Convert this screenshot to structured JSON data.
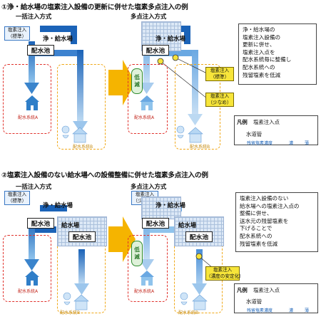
{
  "section1": {
    "title": "①浄・給水場の塩素注入設備の更新に併せた塩素多点注入の例",
    "left_heading": "一括注入方式",
    "right_heading": "多点注入方式",
    "chlorine_std": [
      "塩素注入",
      "（標準）"
    ],
    "plant": "浄・給水場",
    "reservoir": "配水池",
    "low_label": [
      "低",
      "減"
    ],
    "callout_std": [
      "塩素注入",
      "（標準）"
    ],
    "callout_small": [
      "塩素注入",
      "（少なめ）"
    ],
    "system_a": "配水系統A",
    "system_b": "配水系統B",
    "note": [
      "浄・給水場の",
      "塩素注入設備の",
      "更新に併せ、",
      "塩素注入点を",
      "配水系統毎に整備し",
      "配水系統への",
      "残留塩素を低減"
    ]
  },
  "section2": {
    "title": "②塩素注入設備のない給水場への設備整備に併せた塩素多点注入の例",
    "left_heading": "一括注入方式",
    "right_heading": "多点注入方式",
    "chlorine_std": [
      "塩素注入",
      "（標準）"
    ],
    "chlorine_small": [
      "塩素注入",
      "（少なめ）"
    ],
    "plant": "浄・給水場",
    "reservoir": "配水池",
    "supply_station": "給水場",
    "low_label": [
      "低",
      "減"
    ],
    "callout_stable": [
      "塩素注入",
      "（濃度の安定化）"
    ],
    "system_a": "配水系統A",
    "system_b": "配水系統B",
    "note": [
      "塩素注入設備のない",
      "給水場への塩素注入点の",
      "整備に併せ、",
      "送水元の残留塩素を",
      "下げることで",
      "配水系統への",
      "残留塩素を低減"
    ]
  },
  "legend": {
    "title": "凡例",
    "chlorine_point": "塩素注入点",
    "pipe": "水道管",
    "residual": "残留塩素濃度",
    "dense": "濃",
    "thin": "薄"
  },
  "colors": {
    "pipe_dark": "#1b63b8",
    "pipe_light": "#8fc3ec",
    "arrow_orange": "#f5b400",
    "dash_red": "#e0302a",
    "dash_orange": "#f0a818",
    "callout_yellow": "#f7e53a"
  }
}
